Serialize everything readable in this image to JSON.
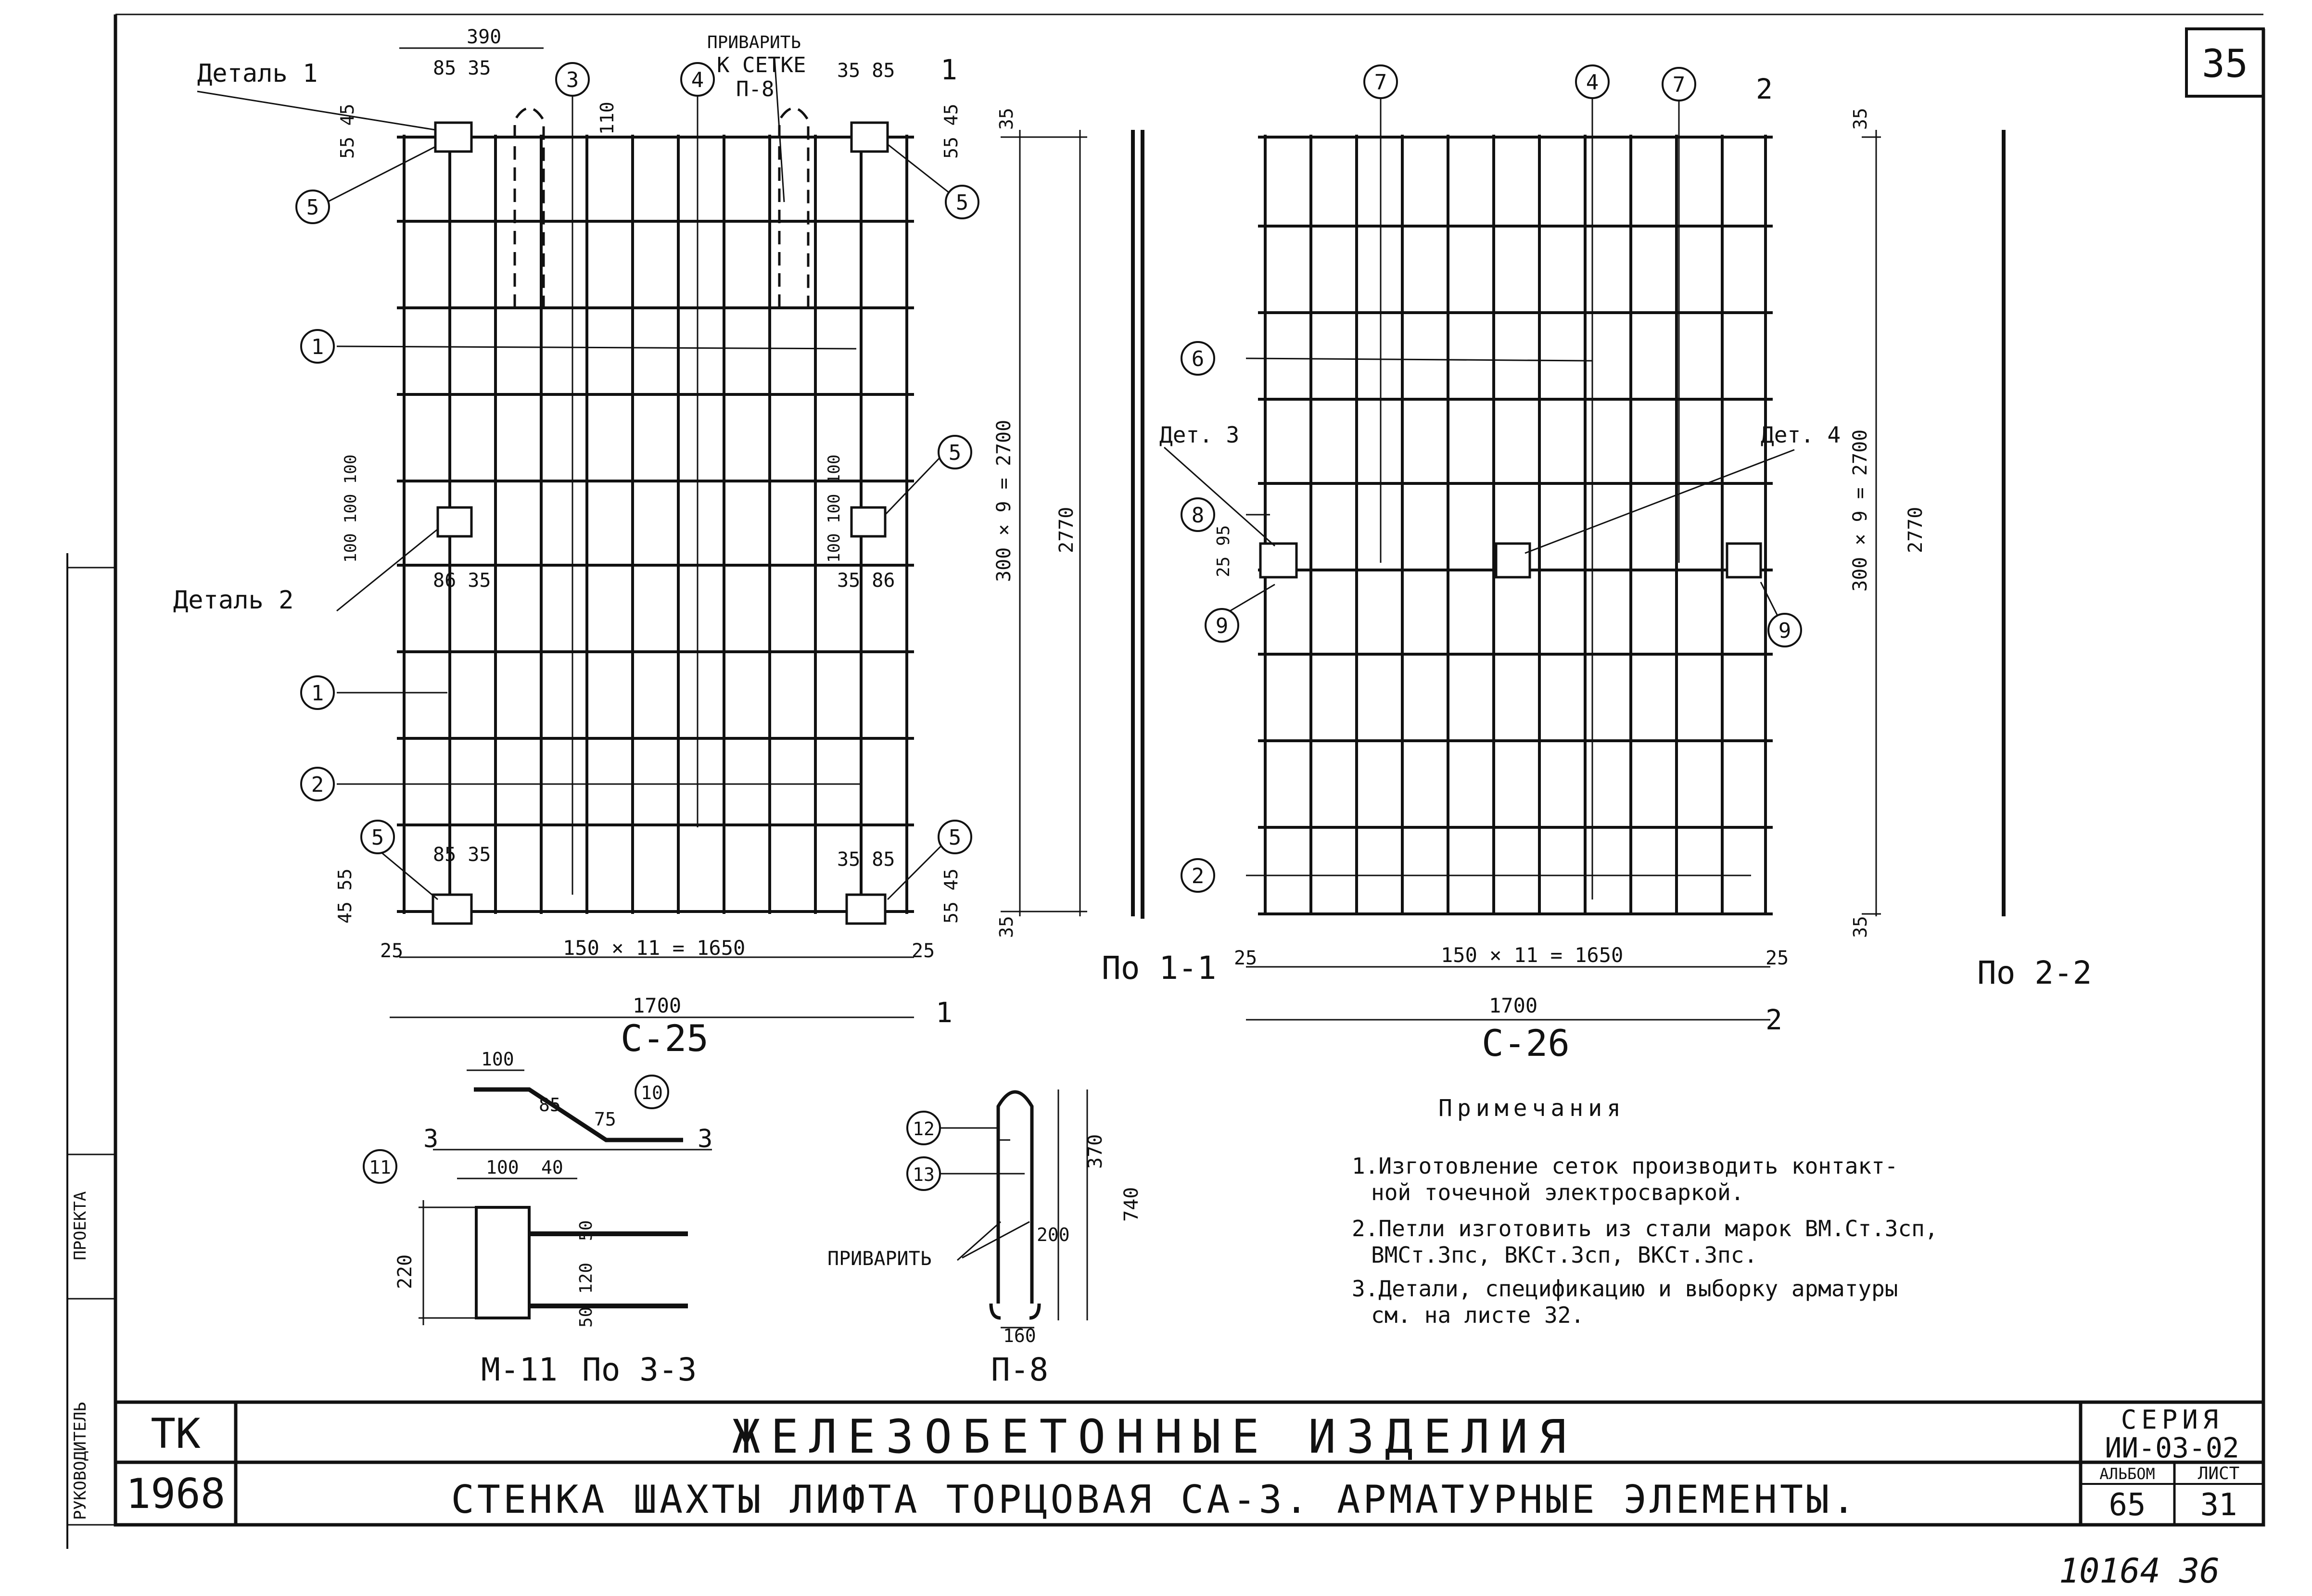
{
  "sheet": {
    "page_number": "35",
    "bottom_numbers": {
      "left": "10164",
      "right": "36"
    }
  },
  "title_block": {
    "code": "ТК",
    "year": "1968",
    "main_title": "ЖЕЛЕЗОБЕТОННЫЕ ИЗДЕЛИЯ",
    "subtitle": "СТЕНКА ШАХТЫ ЛИФТА ТОРЦОВАЯ СА-3. АРМАТУРНЫЕ ЭЛЕМЕНТЫ.",
    "series_label": "СЕРИЯ",
    "series_value": "ИИ-03-02",
    "album_label": "АЛЬБОМ",
    "album_value": "65",
    "sheet_label": "ЛИСТ",
    "sheet_value": "31"
  },
  "side_stamp": {
    "text_a": "ПРОЕКТА",
    "text_b": "РУКОВОДИТЕЛЬ"
  },
  "mesh_c25": {
    "name": "С-25",
    "section_label": "По 1-1",
    "section_marks": [
      "1",
      "1"
    ],
    "dims": {
      "top_total": "390",
      "top_left": "85 35",
      "top_right": "35 85",
      "top_110": "110",
      "left_55_45": "55 45",
      "right_55_45": "55 45",
      "mid_left": "100 100 100",
      "mid_right": "100 100 100",
      "mid_86_35": "86 35",
      "mid_35_86": "35 86",
      "bottom_left_85_35": "85 35",
      "bottom_right_35_85": "35 85",
      "bottom_left_45_55": "45 55",
      "bottom_right_55_45": "55 45",
      "bottom_span": "150 × 11 = 1650",
      "edge_left": "25",
      "edge_right": "25",
      "overall": "1700",
      "vertical_span": "300 × 9 = 2700",
      "vertical_total": "2770",
      "top_35": "35",
      "bottom_35": "35"
    },
    "labels": {
      "detail1": "Деталь 1",
      "detail2": "Деталь 2",
      "weld_note": [
        "ПРИВАРИТЬ",
        "К СЕТКЕ",
        "П-8"
      ]
    },
    "callouts": [
      "1",
      "1",
      "2",
      "3",
      "4",
      "5",
      "5",
      "5",
      "5",
      "5"
    ]
  },
  "mesh_c26": {
    "name": "С-26",
    "section_label": "По 2-2",
    "section_marks": [
      "2",
      "2"
    ],
    "dims": {
      "bottom_span": "150 × 11 = 1650",
      "edge_left": "25",
      "edge_right": "25",
      "overall": "1700",
      "vertical_span": "300 × 9 = 2700",
      "vertical_total": "2770",
      "top_35": "35",
      "bottom_35": "35",
      "small": "25 95"
    },
    "labels": {
      "det3": "Дет. 3",
      "det4": "Дет. 4"
    },
    "callouts": [
      "2",
      "4",
      "6",
      "7",
      "7",
      "8",
      "9",
      "9"
    ]
  },
  "detail_m11": {
    "name": "М-11",
    "section_label": "По 3-3",
    "section_marks": [
      "3",
      "3"
    ],
    "dims": {
      "d100_top": "100",
      "d85": "85",
      "d75": "75",
      "d100": "100",
      "d40": "40",
      "d220": "220",
      "d50a": "50",
      "d120": "120",
      "d50b": "50"
    },
    "callouts": [
      "10",
      "11"
    ]
  },
  "detail_p8": {
    "name": "П-8",
    "weld_label": "ПРИВАРИТЬ",
    "dims": {
      "d370": "370",
      "d740": "740",
      "d200": "200",
      "d160": "160"
    },
    "callouts": [
      "12",
      "13"
    ]
  },
  "notes": {
    "heading": "Примечания",
    "lines": [
      "1.Изготовление сеток производить контакт-",
      "ной точечной электросваркой.",
      "2.Петли изготовить из стали марок ВМ.Ст.3сп,",
      "ВМСт.3пс, ВКСт.3сп, ВКСт.3пс.",
      "3.Детали, спецификацию и выборку арматуры",
      "см. на листе 32."
    ]
  }
}
